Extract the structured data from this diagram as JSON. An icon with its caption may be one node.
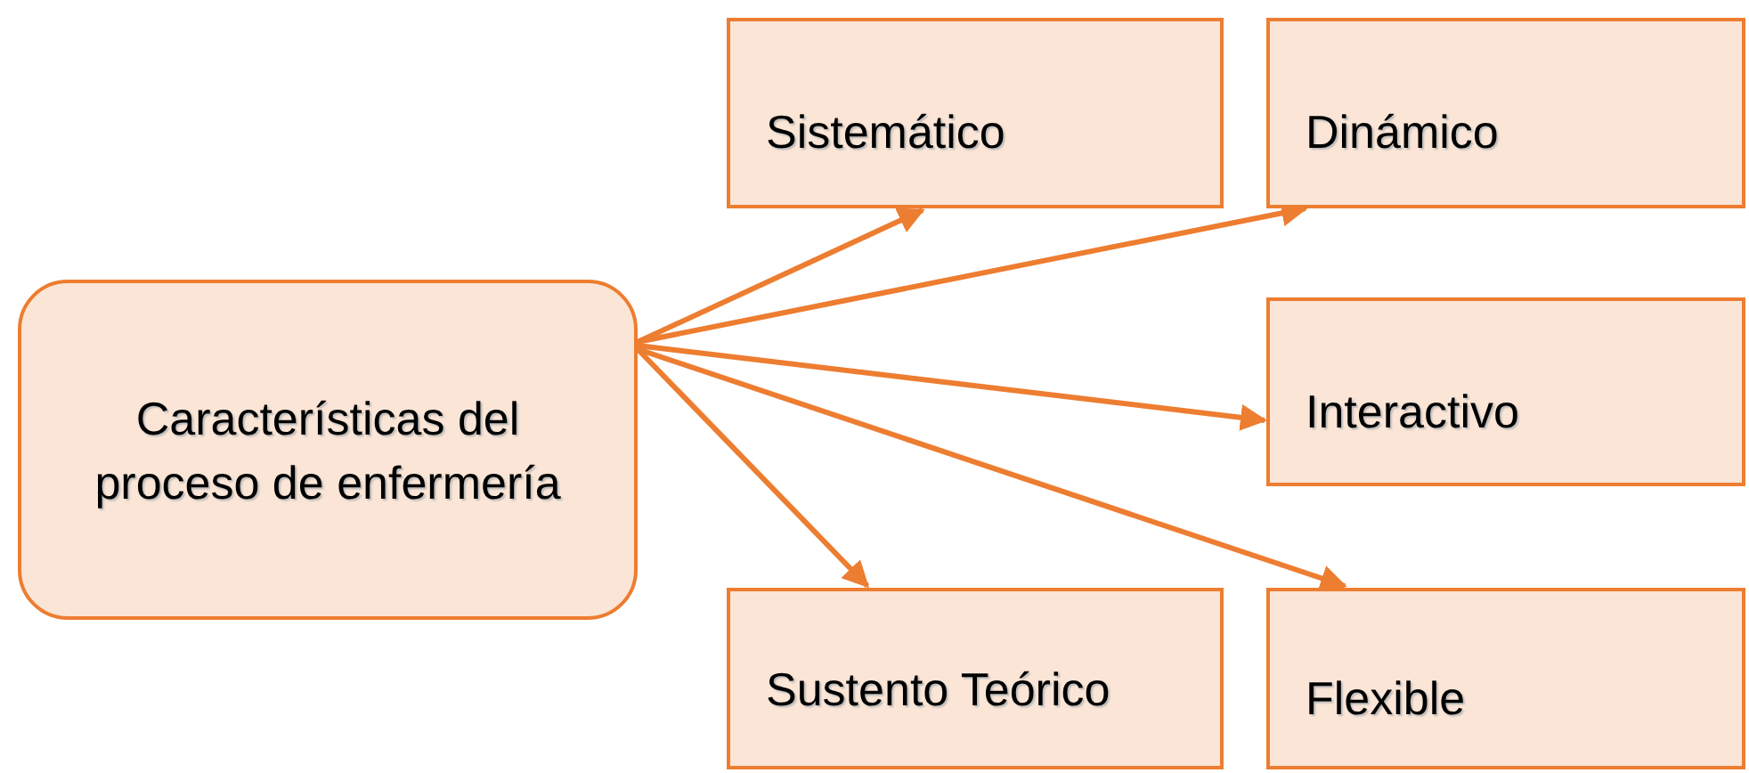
{
  "diagram": {
    "nodes": [
      {
        "text": [
          "Características del proceso de enfermería"
        ]
      },
      {
        "text": [
          "Sistemático"
        ]
      },
      {
        "text": [
          "Dinámico"
        ]
      },
      {
        "text": [
          "Interactivo"
        ]
      },
      {
        "text": [
          "Sustento Teórico"
        ]
      },
      {
        "text": [
          "Flexible"
        ]
      }
    ],
    "edges": [
      {
        "from": 0,
        "to": 1,
        "arrow": "to"
      },
      {
        "from": 0,
        "to": 2,
        "arrow": "to"
      },
      {
        "from": 0,
        "to": 3,
        "arrow": "to"
      },
      {
        "from": 0,
        "to": 4,
        "arrow": "to"
      },
      {
        "from": 0,
        "to": 5,
        "arrow": "to"
      }
    ]
  }
}
